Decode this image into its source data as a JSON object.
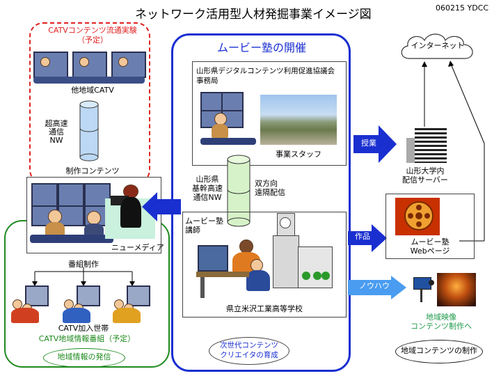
{
  "title": "ネットワーク活用型人材発掘事業イメージ図",
  "doc_code": "060215 YDCC",
  "catv": {
    "experiment_title": "CATVコンテンツ流通実験",
    "experiment_sub": "（予定）",
    "other_catv": "他地域CATV",
    "nw_label": [
      "超高速",
      "通信",
      "NW"
    ],
    "production_contents": "制作コンテンツ",
    "new_media": "ニューメディア",
    "program_production": "番組制作",
    "subscribers": "CATV加入世帯",
    "local_program": "CATV地域情報番組（予定）",
    "local_info": "地域情報の発信"
  },
  "movie_school": {
    "title": "ムービー塾の開催",
    "council": "山形県デジタルコンテンツ利用促進協議会",
    "secretariat": "事務局",
    "staff": "事業スタッフ",
    "backbone": [
      "山形県",
      "基幹高速",
      "通信NW"
    ],
    "bidirectional": [
      "双方向",
      "遠隔配信"
    ],
    "instructor": [
      "ムービー塾",
      "講師"
    ],
    "school": "県立米沢工業高等学校",
    "creator": [
      "次世代コンテンツ",
      "クリエイタの育成"
    ]
  },
  "right": {
    "internet": "インターネット",
    "class": "授業",
    "server": [
      "山形大学内",
      "配信サーバー"
    ],
    "works": "作品",
    "web": [
      "ムービー塾",
      "Webページ"
    ],
    "knowhow": "ノウハウ",
    "regional_video": [
      "地域映像",
      "コンテンツ制作へ"
    ],
    "regional_content": "地域コンテンツの制作"
  },
  "colors": {
    "accent_blue": "#1a2fd0",
    "dashed_red": "#e02020",
    "green": "#1e8a1e",
    "nw_cyl_blue": "#bcd8f4",
    "nw_cyl_green": "#d6f2c8",
    "orange_text": "#e05000"
  }
}
